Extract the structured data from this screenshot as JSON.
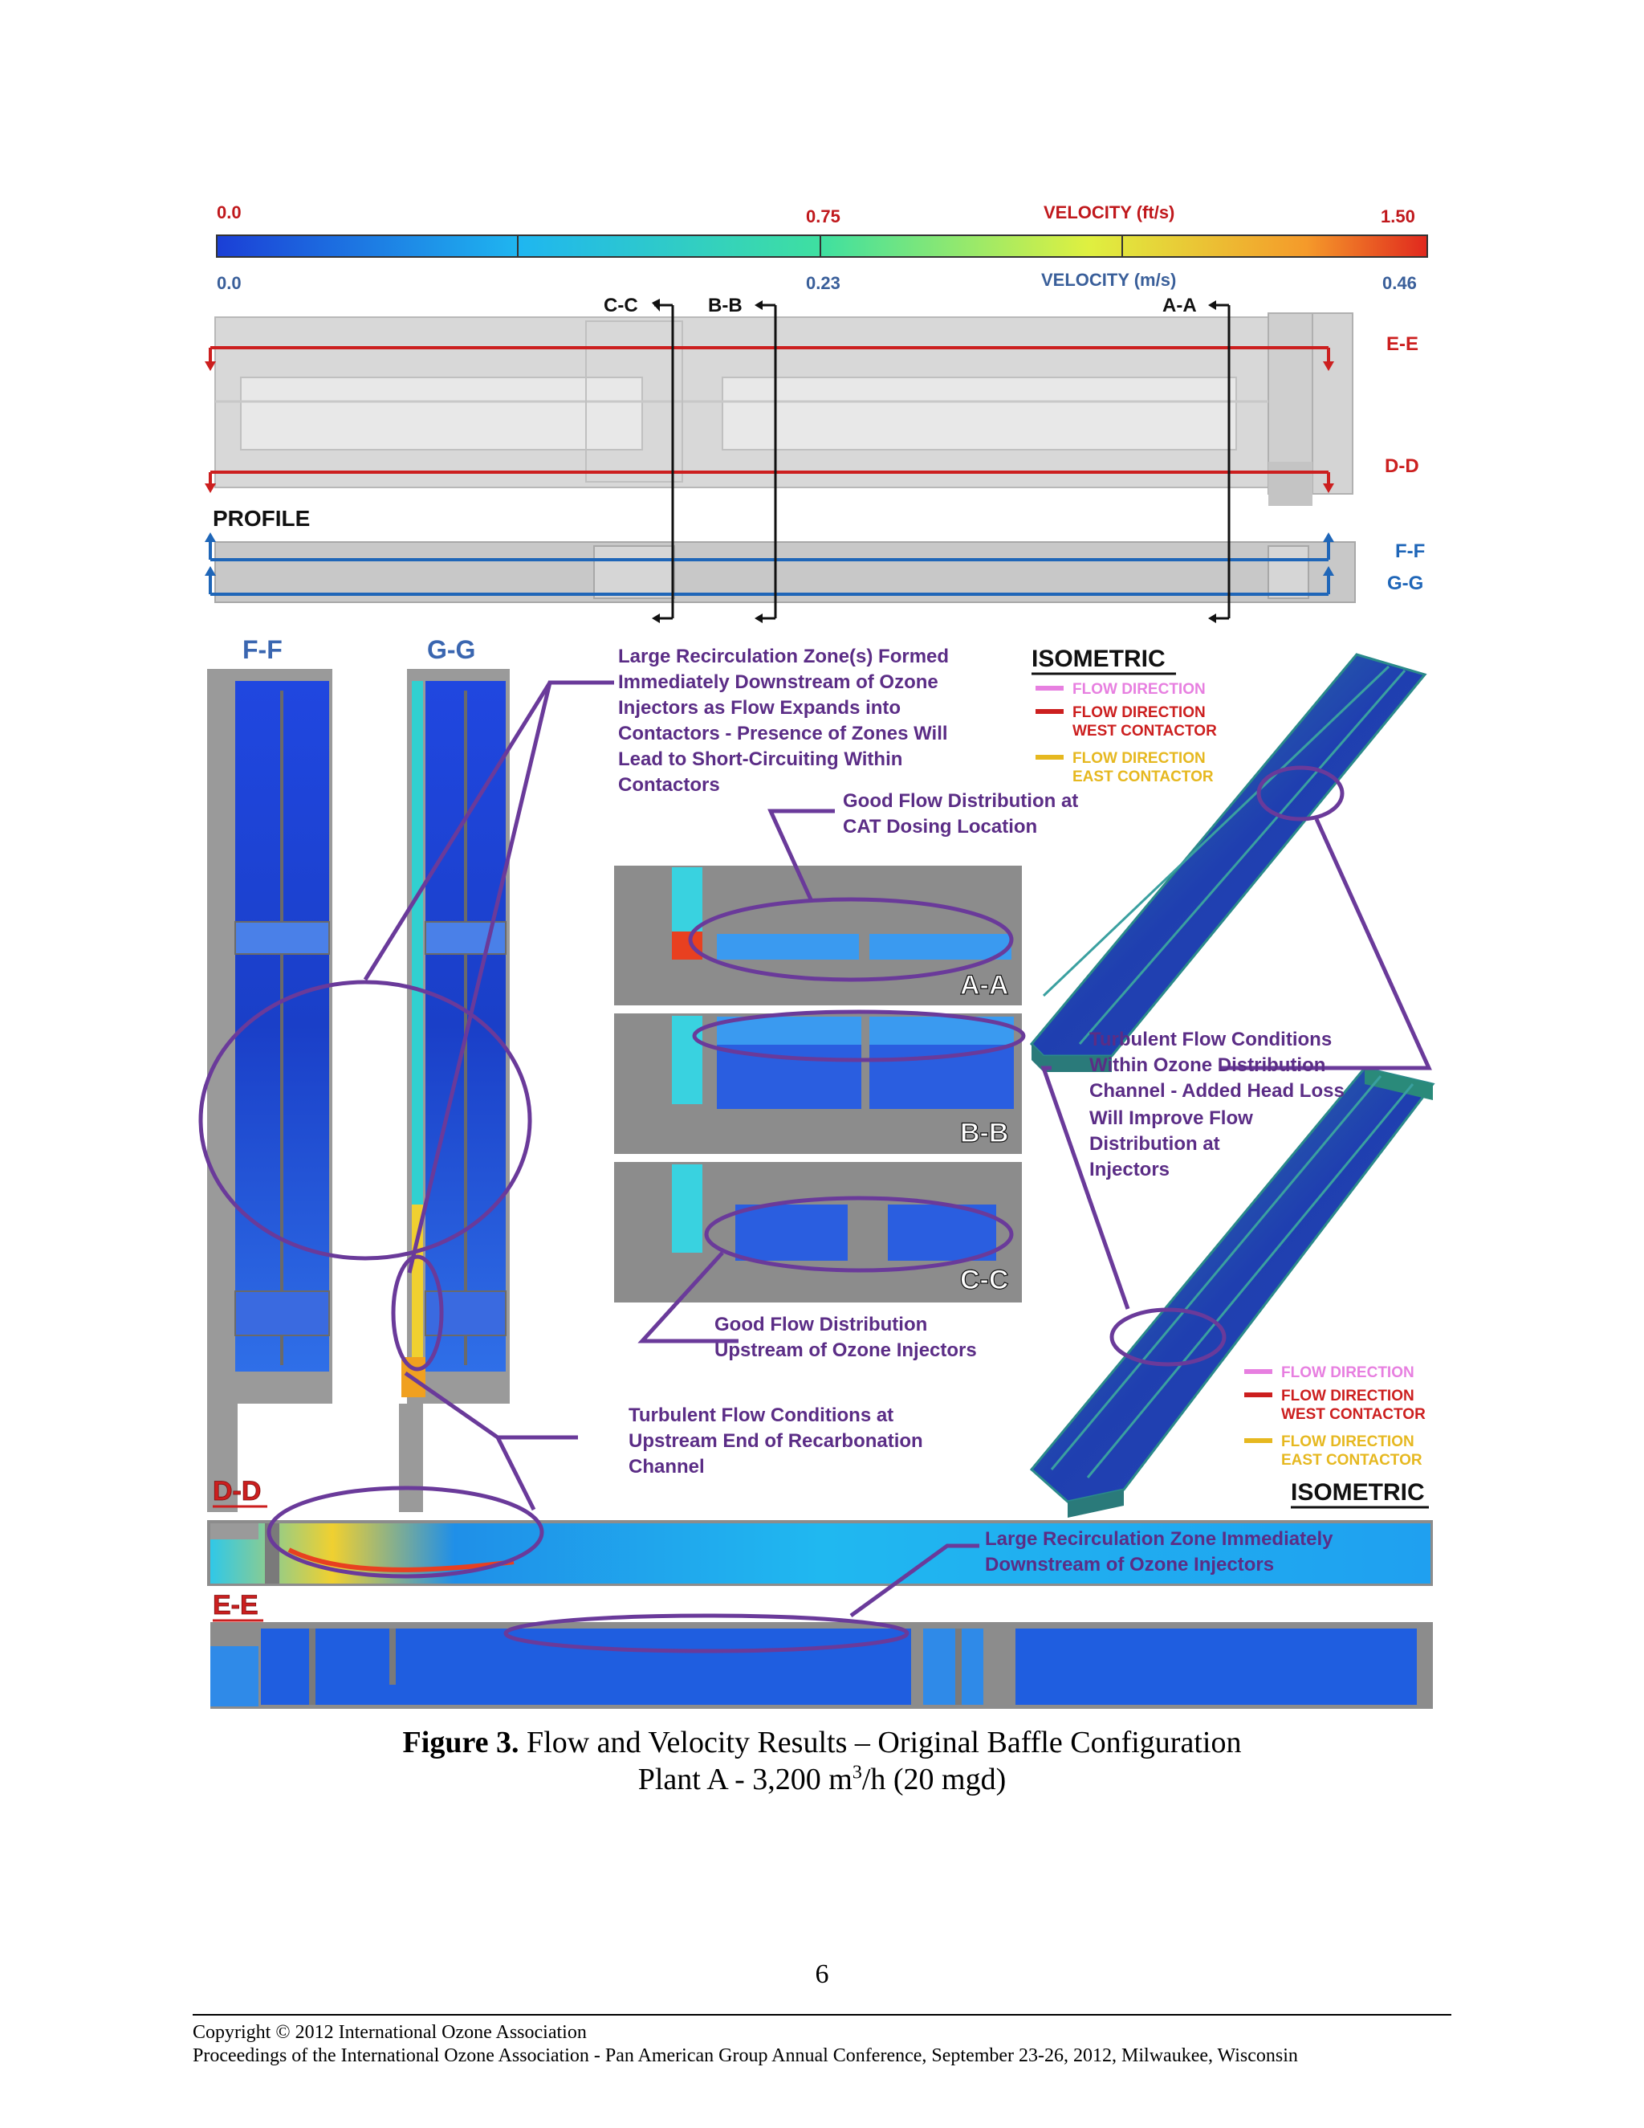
{
  "legend": {
    "ft_min": "0.0",
    "ft_mid": "0.75",
    "ft_title": "VELOCITY (ft/s)",
    "ft_max": "1.50",
    "m_min": "0.0",
    "m_mid": "0.23",
    "m_title": "VELOCITY (m/s)",
    "m_max": "0.46"
  },
  "sections": {
    "cc": "C-C",
    "bb": "B-B",
    "aa": "A-A",
    "ee": "E-E",
    "dd": "D-D",
    "ff": "F-F",
    "gg": "G-G",
    "profile": "PROFILE"
  },
  "annotations": {
    "recirc_lines": [
      "Large Recirculation Zone(s)  Formed",
      "Immediately Downstream of Ozone",
      "Injectors as Flow Expands into",
      "Contactors - Presence of Zones Will",
      "Lead to Short-Circuiting Within",
      "Contactors"
    ],
    "good_cat_lines": [
      "Good Flow Distribution at",
      "CAT Dosing Location"
    ],
    "turbulent_dist_lines": [
      "Turbulent  Flow Conditions",
      "Within Ozone Distribution",
      "Channel  - Added Head Loss",
      "Will Improve Flow",
      "Distribution at",
      "Injectors"
    ],
    "good_upstream_lines": [
      "Good Flow Distribution",
      "Upstream of Ozone Injectors"
    ],
    "turbulent_recarb_lines": [
      "Turbulent  Flow Conditions at",
      "Upstream End of Recarbonation",
      "Channel"
    ],
    "large_recirc_lines": [
      "Large Recirculation Zone Immediately",
      "Downstream of Ozone Injectors"
    ]
  },
  "isometric": {
    "title": "ISOMETRIC",
    "flow": "FLOW DIRECTION",
    "flow_west": "FLOW DIRECTION",
    "west": "WEST CONTACTOR",
    "flow_east": "FLOW DIRECTION",
    "east": "EAST CONTACTOR"
  },
  "colors": {
    "purple": "#6a3a9a",
    "red": "#cc1f1f",
    "blue": "#1f66b8",
    "pink": "#e77fe0",
    "yellow": "#e6b820"
  },
  "caption": {
    "label": "Figure 3.",
    "line1": " Flow and Velocity Results – Original Baffle Configuration",
    "line2_a": "Plant A - 3,200 m",
    "line2_sup": "3",
    "line2_b": "/h (20 mgd)"
  },
  "page_number": "6",
  "footer": {
    "line1": "Copyright © 2012 International Ozone Association",
    "line2": "Proceedings of the International Ozone Association - Pan American Group Annual Conference, September 23-26, 2012, Milwaukee, Wisconsin"
  }
}
